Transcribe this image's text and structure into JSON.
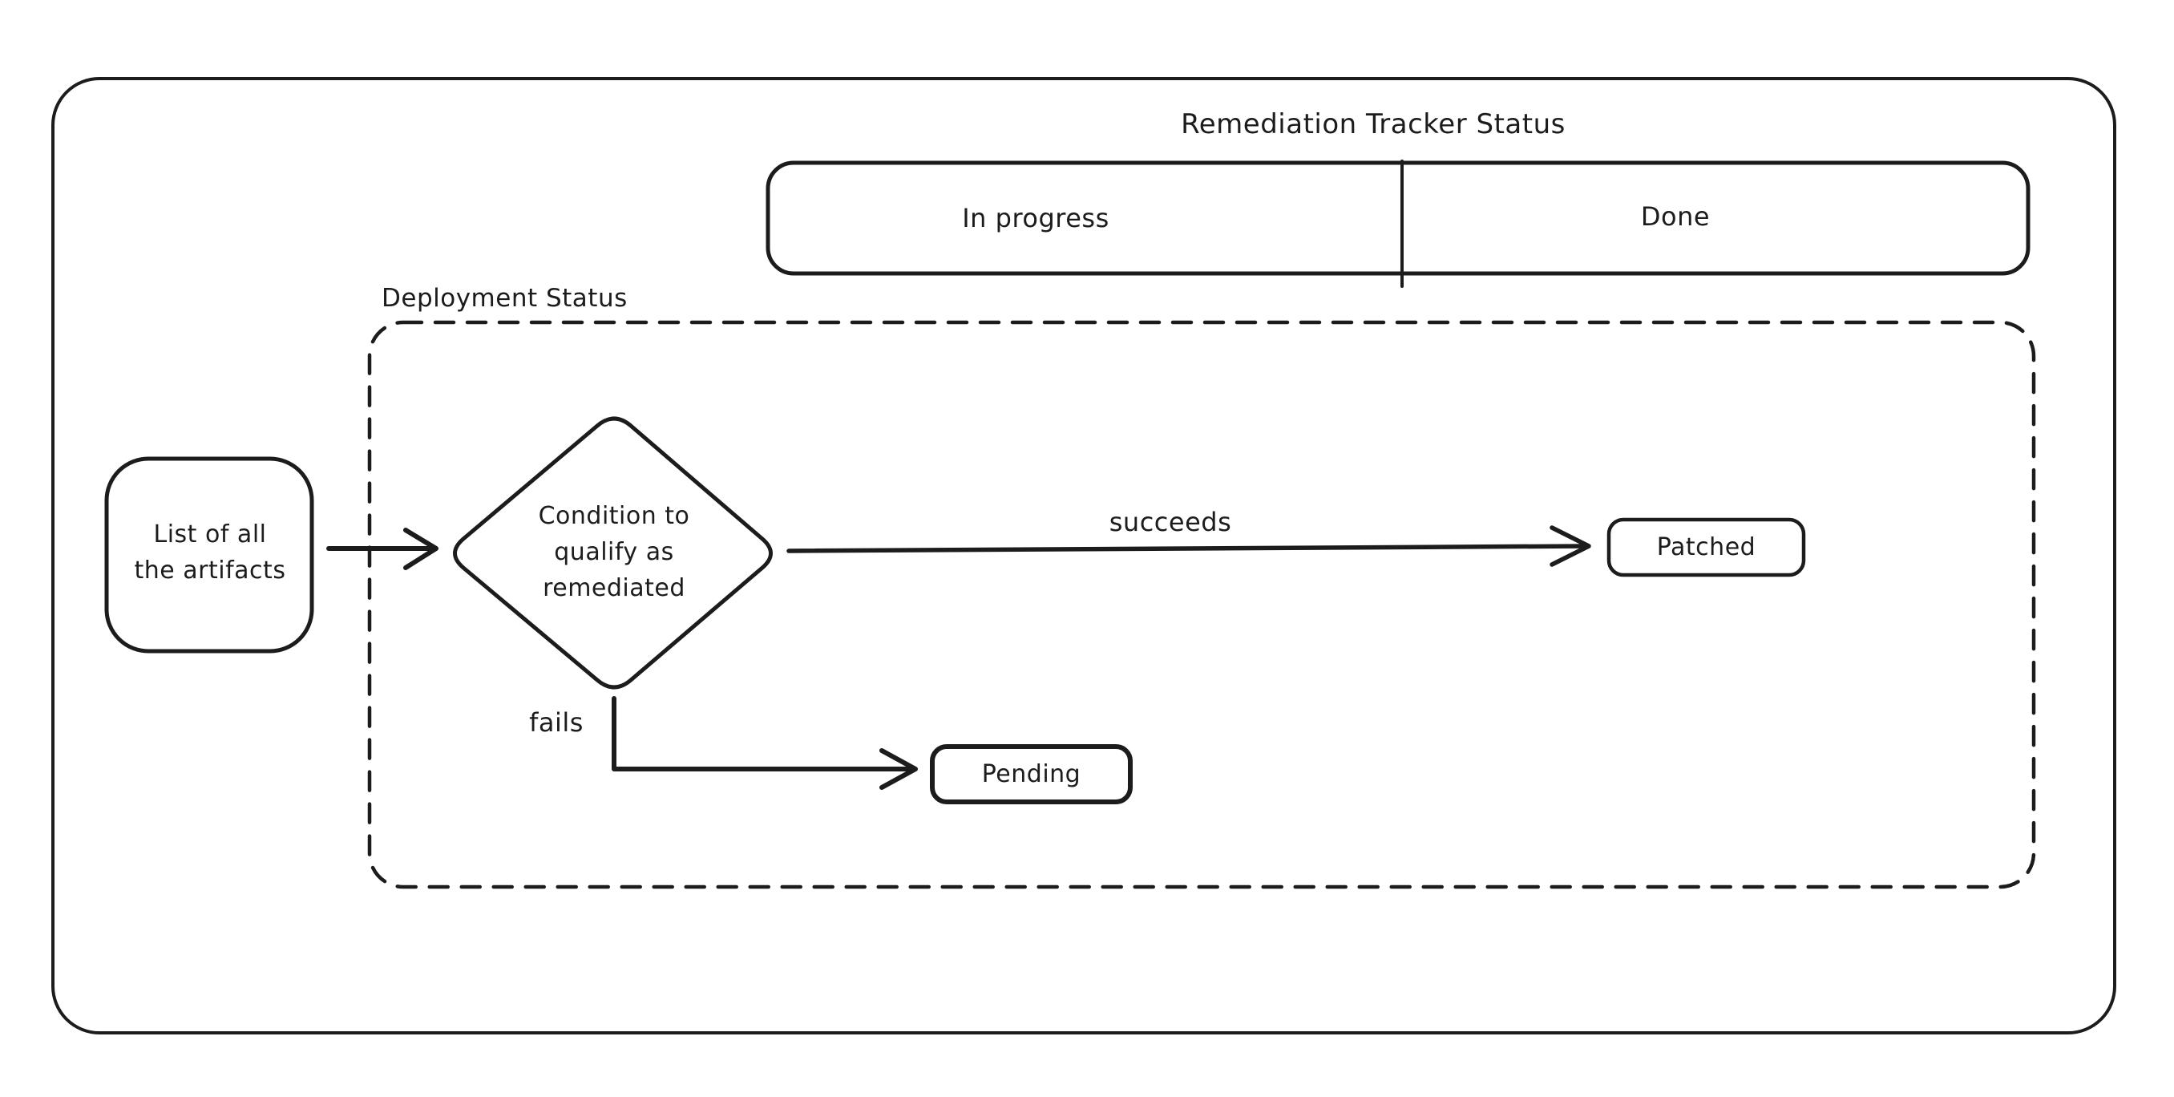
{
  "colors": {
    "ink": "#1c1c1c",
    "background": "#ffffff"
  },
  "diagram": {
    "title": "Remediation Tracker Status",
    "tracker_bar": {
      "in_progress_label": "In progress",
      "done_label": "Done"
    },
    "deployment_group": {
      "label": "Deployment Status"
    },
    "nodes": {
      "artifacts": {
        "line1": "List of all",
        "line2": "the artifacts"
      },
      "condition": {
        "line1": "Condition to",
        "line2": "qualify as",
        "line3": "remediated"
      },
      "patched": {
        "label": "Patched"
      },
      "pending": {
        "label": "Pending"
      }
    },
    "edges": {
      "succeeds_label": "succeeds",
      "fails_label": "fails"
    }
  }
}
